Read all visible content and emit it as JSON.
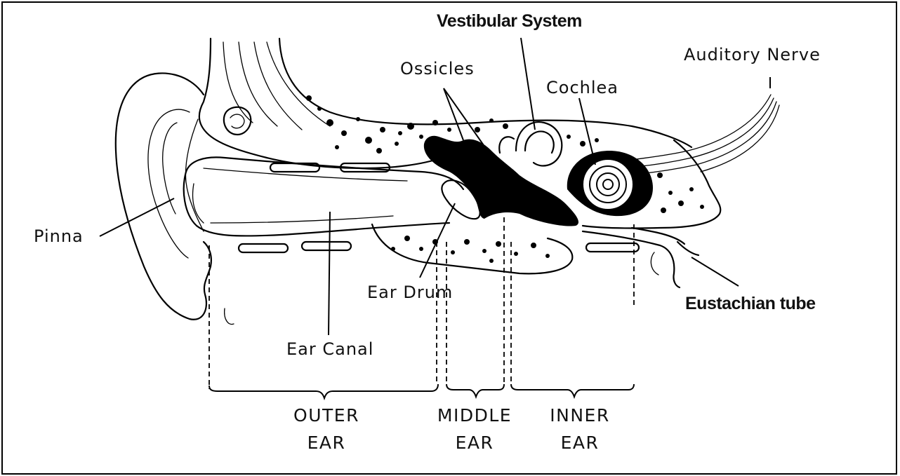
{
  "diagram": {
    "labels": {
      "vestibular_system": "Vestibular System",
      "auditory_nerve": "Auditory Nerve",
      "ossicles": "Ossicles",
      "cochlea": "Cochlea",
      "pinna": "Pinna",
      "ear_drum": "Ear Drum",
      "eustachian_tube": "Eustachian tube",
      "ear_canal": "Ear Canal"
    },
    "sections": {
      "outer": [
        "OUTER",
        "EAR"
      ],
      "middle": [
        "MIDDLE",
        "EAR"
      ],
      "inner": [
        "INNER",
        "EAR"
      ]
    },
    "colors": {
      "ink": "#000000",
      "background": "#ffffff"
    }
  }
}
